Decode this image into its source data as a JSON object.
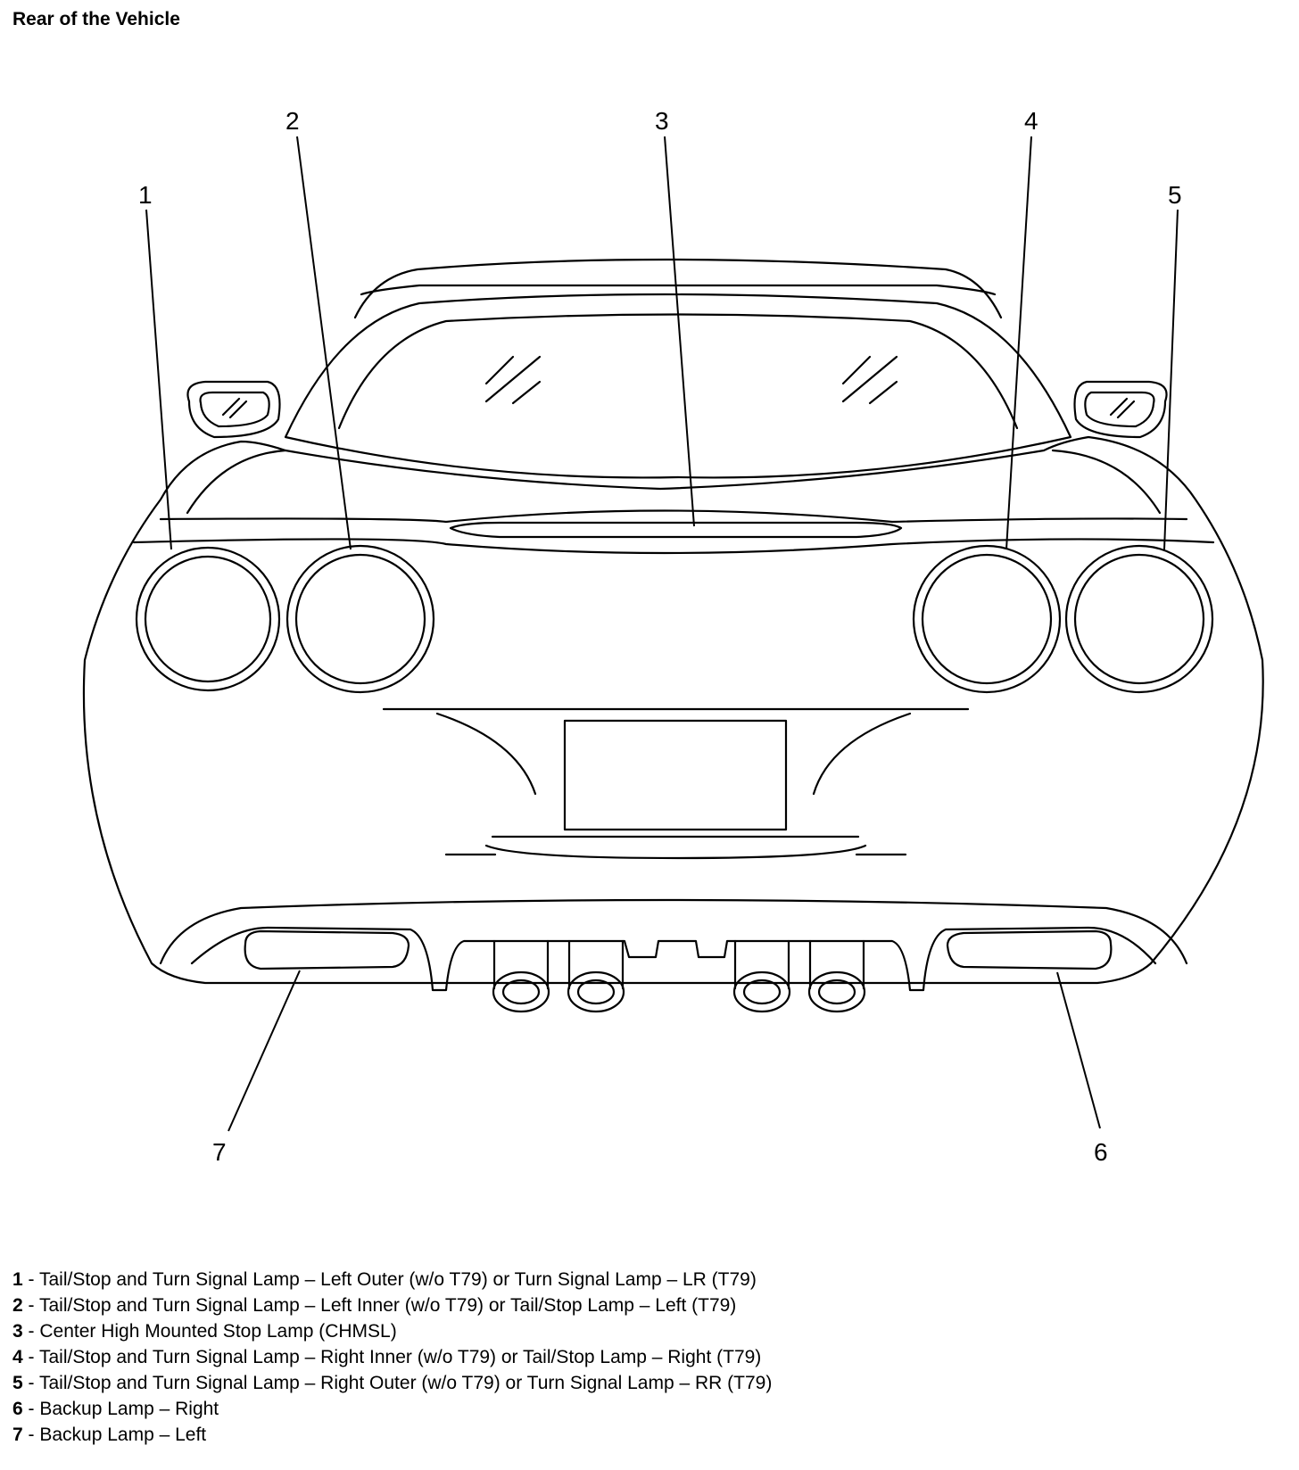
{
  "title": "Rear of the Vehicle",
  "callouts": [
    "1",
    "2",
    "3",
    "4",
    "5",
    "6",
    "7"
  ],
  "legend": [
    {
      "num": "1",
      "sep": " - ",
      "text": "Tail/Stop and Turn Signal Lamp – Left Outer (w/o T79) or Turn Signal Lamp – LR (T79)"
    },
    {
      "num": "2",
      "sep": " - ",
      "text": "Tail/Stop and Turn Signal Lamp – Left Inner (w/o T79) or Tail/Stop Lamp – Left (T79)"
    },
    {
      "num": "3",
      "sep": " - ",
      "text": "Center High Mounted Stop Lamp (CHMSL)"
    },
    {
      "num": "4",
      "sep": " - ",
      "text": "Tail/Stop and Turn Signal Lamp – Right Inner (w/o T79) or Tail/Stop Lamp – Right (T79)"
    },
    {
      "num": "5",
      "sep": " - ",
      "text": "Tail/Stop and Turn Signal Lamp – Right Outer (w/o T79) or Turn Signal Lamp – RR (T79)"
    },
    {
      "num": "6",
      "sep": " - ",
      "text": "Backup Lamp – Right"
    },
    {
      "num": "7",
      "sep": " - ",
      "text": "Backup Lamp – Left"
    }
  ]
}
